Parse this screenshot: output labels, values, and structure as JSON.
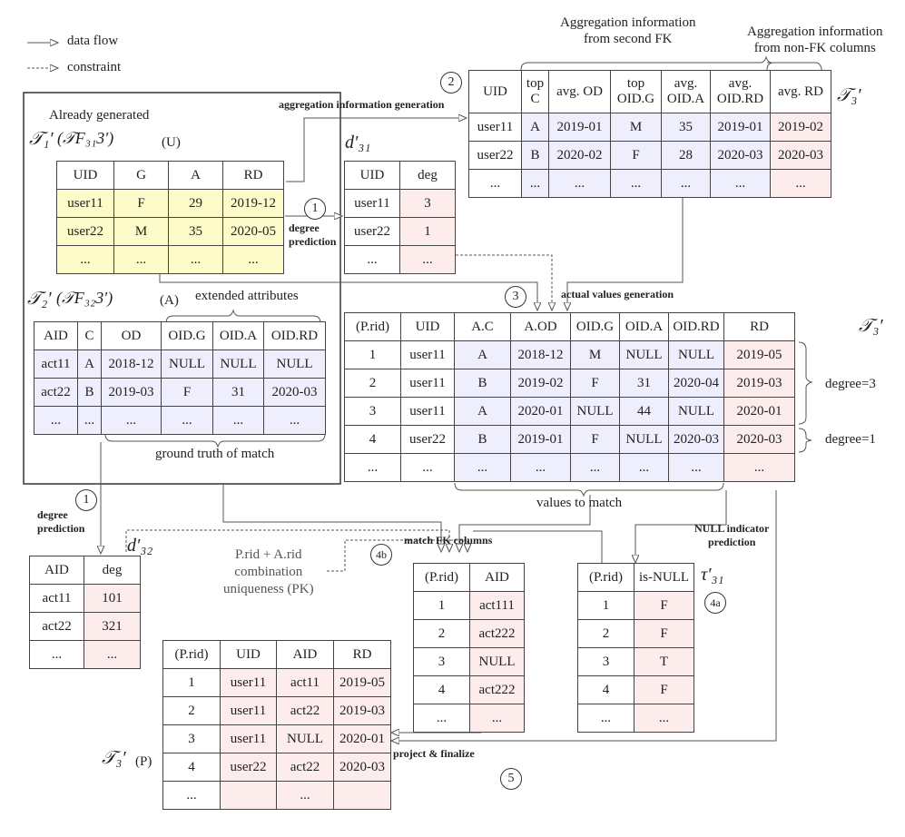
{
  "legend": {
    "data_flow": "data flow",
    "constraint": "constraint"
  },
  "headers": {
    "already_generated": "Already generated",
    "agg_info_gen": "aggregation information generation",
    "agg_second_fk": "Aggregation information from second FK",
    "agg_second_fk_l1": "Aggregation information",
    "agg_second_fk_l2": "from second FK",
    "agg_nonfk_l1": "Aggregation information",
    "agg_nonfk_l2": "from non-FK columns",
    "extended_attributes": "extended attributes",
    "ground_truth": "ground truth of match",
    "values_to_match": "values to match",
    "actual_values_gen": "actual values generation",
    "degree_prediction_1": "degree",
    "degree_prediction_2": "prediction",
    "null_indicator_1": "NULL indicator",
    "null_indicator_2": "prediction",
    "match_fk": "match FK columns",
    "pk_1": "P.rid + A.rid",
    "pk_2": "combination",
    "pk_3": "uniqueness (PK)",
    "project": "project & finalize",
    "degree3": "degree=3",
    "degree1": "degree=1",
    "tag_U": "(U)",
    "tag_A": "(A)",
    "tag_P": "(P)"
  },
  "steps": {
    "s1": "1",
    "s2": "2",
    "s3": "3",
    "s4a": "4a",
    "s4b": "4b",
    "s5": "5"
  },
  "math": {
    "t1": "𝒯₁′",
    "t2": "𝒯₂′",
    "t3hat": "𝒯₃′",
    "t3tilde": "𝒯₃′",
    "t3": "𝒯₃′",
    "d31": "d′₃₁",
    "d32": "d′₃₂",
    "tau31": "τ′₃₁",
    "tf313": "(𝒯F₃₁3′)",
    "tf323": "(𝒯F₃₂3′)"
  },
  "tableU": {
    "header": [
      "UID",
      "G",
      "A",
      "RD"
    ],
    "rows": [
      [
        "user11",
        "F",
        "29",
        "2019-12"
      ],
      [
        "user22",
        "M",
        "35",
        "2020-05"
      ],
      [
        "...",
        "...",
        "...",
        "..."
      ]
    ]
  },
  "tableD31": {
    "header": [
      "UID",
      "deg"
    ],
    "rows": [
      [
        "user11",
        "3"
      ],
      [
        "user22",
        "1"
      ],
      [
        "...",
        "..."
      ]
    ]
  },
  "tableAgg": {
    "header": [
      "UID",
      "top C",
      "avg. OD",
      "top OID.G",
      "avg. OID.A",
      "avg. OID.RD",
      "avg. RD"
    ],
    "rows": [
      [
        "user11",
        "A",
        "2019-01",
        "M",
        "35",
        "2019-01",
        "2019-02"
      ],
      [
        "user22",
        "B",
        "2020-02",
        "F",
        "28",
        "2020-03",
        "2020-03"
      ],
      [
        "...",
        "...",
        "...",
        "...",
        "...",
        "...",
        "..."
      ]
    ]
  },
  "tableA": {
    "header": [
      "AID",
      "C",
      "OD",
      "OID.G",
      "OID.A",
      "OID.RD"
    ],
    "rows": [
      [
        "act11",
        "A",
        "2018-12",
        "NULL",
        "NULL",
        "NULL"
      ],
      [
        "act22",
        "B",
        "2019-03",
        "F",
        "31",
        "2020-03"
      ],
      [
        "...",
        "...",
        "...",
        "...",
        "...",
        "..."
      ]
    ]
  },
  "tableHat": {
    "header": [
      "(P.rid)",
      "UID",
      "A.C",
      "A.OD",
      "OID.G",
      "OID.A",
      "OID.RD",
      "RD"
    ],
    "rows": [
      [
        "1",
        "user11",
        "A",
        "2018-12",
        "M",
        "NULL",
        "NULL",
        "2019-05"
      ],
      [
        "2",
        "user11",
        "B",
        "2019-02",
        "F",
        "31",
        "2020-04",
        "2019-03"
      ],
      [
        "3",
        "user11",
        "A",
        "2020-01",
        "NULL",
        "44",
        "NULL",
        "2020-01"
      ],
      [
        "4",
        "user22",
        "B",
        "2019-01",
        "F",
        "NULL",
        "2020-03",
        "2020-03"
      ],
      [
        "...",
        "...",
        "...",
        "...",
        "...",
        "...",
        "...",
        "..."
      ]
    ]
  },
  "tableD32": {
    "header": [
      "AID",
      "deg"
    ],
    "rows": [
      [
        "act11",
        "101"
      ],
      [
        "act22",
        "321"
      ],
      [
        "...",
        "..."
      ]
    ]
  },
  "tableMatch": {
    "header": [
      "(P.rid)",
      "AID"
    ],
    "rows": [
      [
        "1",
        "act111"
      ],
      [
        "2",
        "act222"
      ],
      [
        "3",
        "NULL"
      ],
      [
        "4",
        "act222"
      ],
      [
        "...",
        "..."
      ]
    ]
  },
  "tableNull": {
    "header": [
      "(P.rid)",
      "is-NULL"
    ],
    "rows": [
      [
        "1",
        "F"
      ],
      [
        "2",
        "F"
      ],
      [
        "3",
        "T"
      ],
      [
        "4",
        "F"
      ],
      [
        "...",
        "..."
      ]
    ]
  },
  "tableP": {
    "header": [
      "(P.rid)",
      "UID",
      "AID",
      "RD"
    ],
    "rows": [
      [
        "1",
        "user11",
        "act11",
        "2019-05"
      ],
      [
        "2",
        "user11",
        "act22",
        "2019-03"
      ],
      [
        "3",
        "user11",
        "NULL",
        "2020-01"
      ],
      [
        "4",
        "user22",
        "act22",
        "2020-03"
      ],
      [
        "...",
        "",
        "...",
        ""
      ]
    ]
  }
}
